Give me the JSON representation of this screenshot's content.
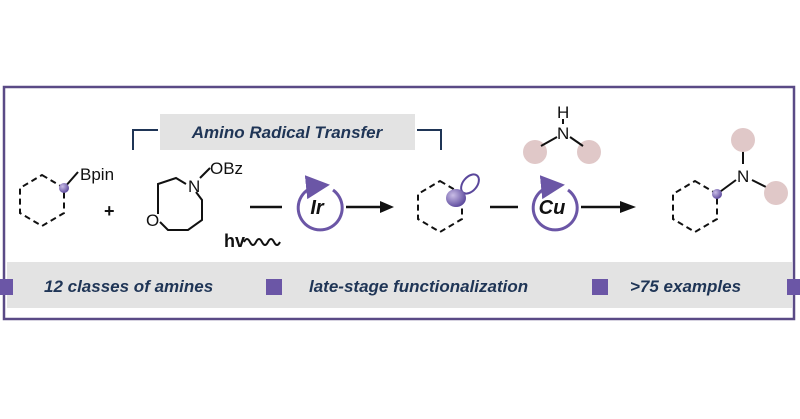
{
  "title": "Amino Radical Transfer",
  "reactant": {
    "group": "Bpin",
    "plus": "+"
  },
  "reagent": {
    "leaving_group": "OBz",
    "ring_n": "N",
    "ring_o": "O"
  },
  "light": "hv",
  "catalysts": {
    "photo": "Ir",
    "metal": "Cu"
  },
  "amine": {
    "n": "N",
    "h": "H"
  },
  "product": {
    "n": "N"
  },
  "features": [
    "12 classes of amines",
    "late-stage functionalization",
    ">75 examples"
  ],
  "colors": {
    "frame": "#5a4a86",
    "accent": "#6b56a6",
    "banner_bg": "#e3e3e3",
    "text_blue": "#1f3556",
    "substituent": "#e0c8c8"
  }
}
